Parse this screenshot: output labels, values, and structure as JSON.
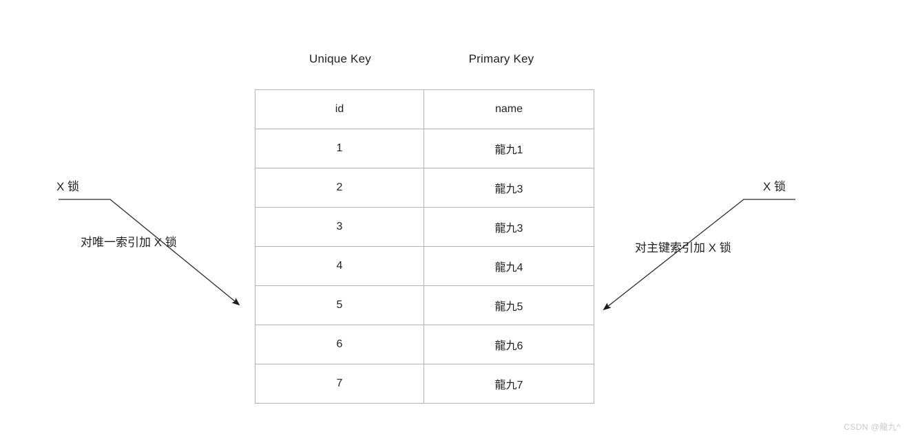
{
  "diagram": {
    "captions": {
      "unique_key": "Unique Key",
      "primary_key": "Primary Key"
    },
    "table": {
      "columns": [
        "id",
        "name"
      ],
      "rows": [
        {
          "id": "1",
          "name": "龍九1"
        },
        {
          "id": "2",
          "name": "龍九3"
        },
        {
          "id": "3",
          "name": "龍九3"
        },
        {
          "id": "4",
          "name": "龍九4"
        },
        {
          "id": "5",
          "name": "龍九5"
        },
        {
          "id": "6",
          "name": "龍九6"
        },
        {
          "id": "7",
          "name": "龍九7"
        }
      ]
    },
    "annotations": {
      "left_lock_label": "X 锁",
      "right_lock_label": "X 锁",
      "left_note": "对唯一索引加 X 锁",
      "right_note": "对主键索引加 X 锁"
    },
    "watermark": "CSDN @龍九^",
    "colors": {
      "background": "#ffffff",
      "text": "#1f1f1f",
      "table_border": "#b3b3b3",
      "leader_line": "#2b2b2b",
      "watermark": "#c9c9c9"
    }
  }
}
